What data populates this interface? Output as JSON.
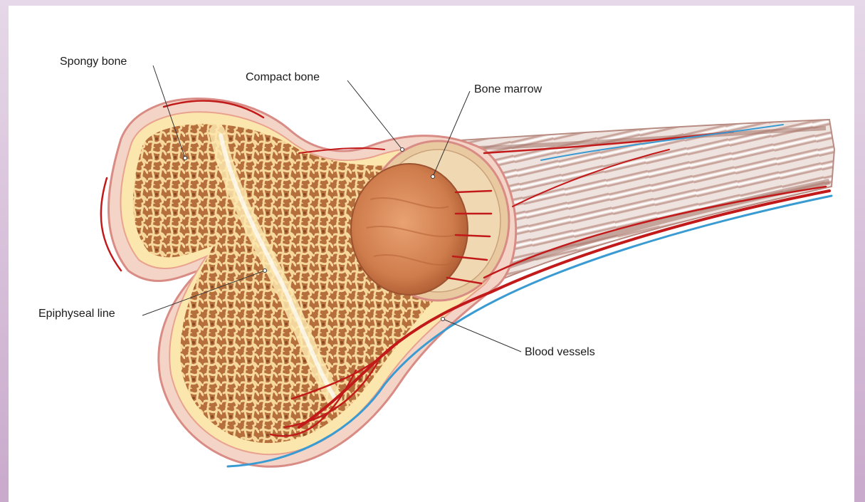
{
  "labels": {
    "spongy_bone": "Spongy bone",
    "compact_bone": "Compact bone",
    "bone_marrow": "Bone marrow",
    "epiphyseal_line": "Epiphyseal line",
    "blood_vessels": "Blood vessels"
  },
  "colors": {
    "background": "#d8c0da",
    "bone_outer": "#f4d9cc",
    "bone_edge": "#d98c85",
    "cortical": "#fbe9b0",
    "spongy_fill": "#b87440",
    "trabeculae": "#f7d9a0",
    "marrow": "#d98a5a",
    "shaft": "#c8a49a",
    "artery": "#c21a1a",
    "vein": "#3a9bd2"
  },
  "icons": {
    "bone_illustration": "bone-cross-section-icon"
  }
}
